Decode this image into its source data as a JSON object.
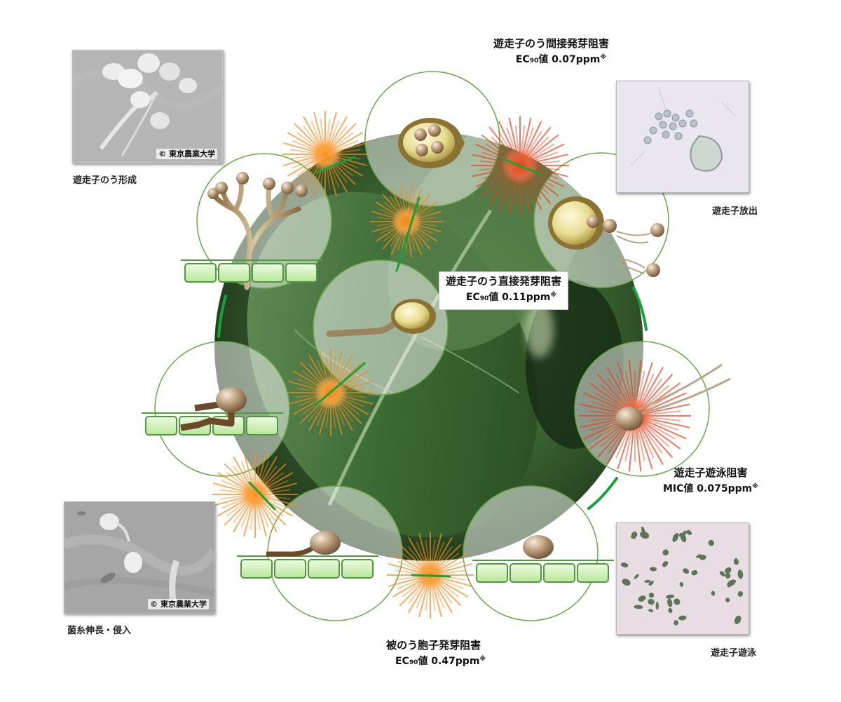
{
  "stages": {
    "sporangium_formation": "遊走子のう形成",
    "zoospore_release": "遊走子放出",
    "zoospore_swimming": "遊走子遊泳",
    "hyphal_growth": "菌糸伸長・侵入"
  },
  "credits": {
    "copyright_top": "© 東京農業大学",
    "copyright_bottom": "© 東京農業大学"
  },
  "inhibitions": {
    "indirect": {
      "title": "遊走子のう間接発芽阻害",
      "metric": "EC",
      "sub": "90",
      "suffix": "値 0.07ppm",
      "mark": "※"
    },
    "direct": {
      "title": "遊走子のう直接発芽阻害",
      "metric": "EC",
      "sub": "90",
      "suffix": "値 0.11ppm",
      "mark": "※"
    },
    "swimming": {
      "title": "遊走子遊泳阻害",
      "metric": "MIC",
      "sub": "",
      "suffix": "値 0.075ppm",
      "mark": "※"
    },
    "cyst": {
      "title": "被のう胞子発芽阻害",
      "metric": "EC",
      "sub": "90",
      "suffix": "値 0.47ppm",
      "mark": "※"
    }
  },
  "colors": {
    "circle_stroke": "#6aa84a",
    "ring_accent": "#1aa03a",
    "burst_orange": "#f28a1e",
    "burst_red": "#e8401c",
    "cell_fill": "#cdeeb5",
    "pathogen_brown": "#9a7a55"
  }
}
